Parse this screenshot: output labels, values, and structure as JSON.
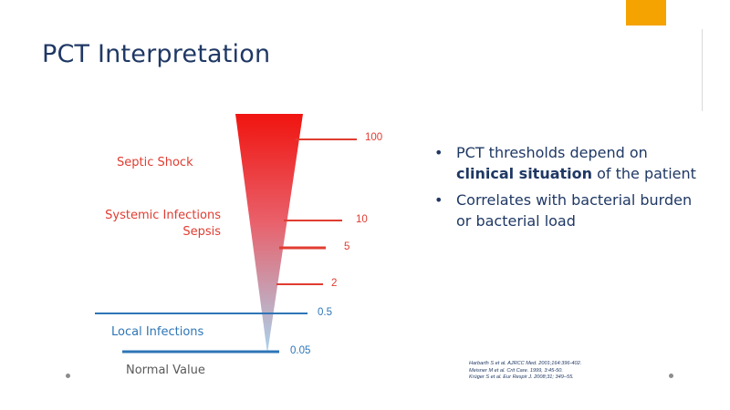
{
  "title": "PCT Interpretation",
  "colors": {
    "accent": "#f5a300",
    "title": "#1f3864",
    "red": "#e03c31",
    "blue": "#2e75b6",
    "wedge_top": "#f0140f",
    "wedge_bottom": "#a9d5ef"
  },
  "diagram": {
    "zones": [
      {
        "id": "septic",
        "label": "Septic Shock",
        "color": "red"
      },
      {
        "id": "systemic",
        "label": "Systemic Infections",
        "color": "red"
      },
      {
        "id": "sepsis",
        "label": "Sepsis",
        "color": "red"
      },
      {
        "id": "local",
        "label": "Local Infections",
        "color": "blue"
      },
      {
        "id": "normal",
        "label": "Normal Value",
        "color": "gray"
      }
    ],
    "thresholds": [
      {
        "value": "100",
        "color": "red"
      },
      {
        "value": "10",
        "color": "red"
      },
      {
        "value": "5",
        "color": "red"
      },
      {
        "value": "2",
        "color": "red"
      },
      {
        "value": "0.5",
        "color": "blue"
      },
      {
        "value": "0.05",
        "color": "blue"
      }
    ]
  },
  "bullets": {
    "b1": {
      "pre": "PCT thresholds depend on ",
      "bold": "clinical situation",
      "post": " of the patient"
    },
    "b2": {
      "text": "Correlates with bacterial burden or bacterial load"
    },
    "marker": "•"
  },
  "references": [
    "Harbarth S et al. AJRCC Med. 2001;164:396-402.",
    "Meisner M et al. Crit Care. 1999, 3:45-50.",
    "Krüger S et al. Eur Respir J. 2008;31; 349–55."
  ]
}
